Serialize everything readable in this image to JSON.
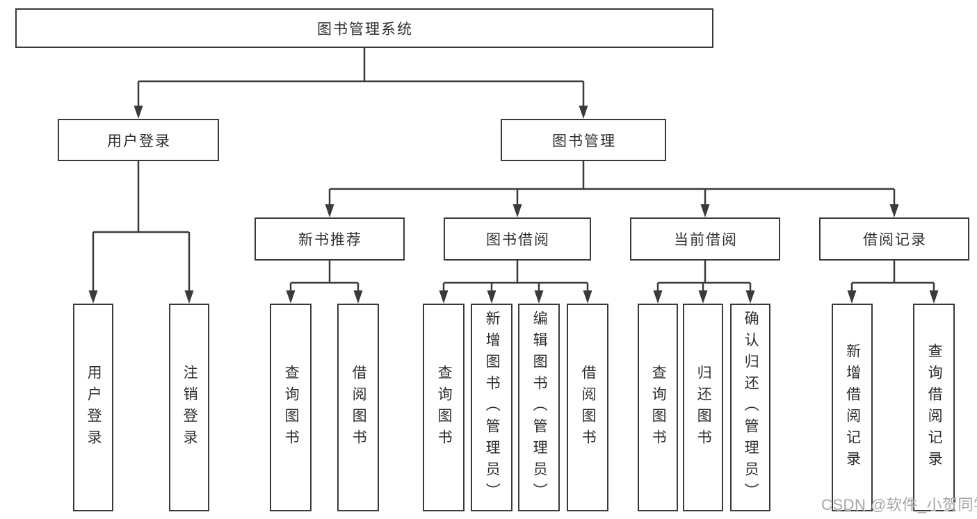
{
  "diagram_title": "图书管理系统",
  "tree": {
    "label": "图书管理系统",
    "children": [
      {
        "label": "用户登录",
        "children": [
          {
            "label": "用户登录"
          },
          {
            "label": "注销登录"
          }
        ]
      },
      {
        "label": "图书管理",
        "children": [
          {
            "label": "新书推荐",
            "children": [
              {
                "label": "查询图书"
              },
              {
                "label": "借阅图书"
              }
            ]
          },
          {
            "label": "图书借阅",
            "children": [
              {
                "label": "查询图书"
              },
              {
                "label": "新增图书（管理员）"
              },
              {
                "label": "编辑图书（管理员）"
              },
              {
                "label": "借阅图书"
              }
            ]
          },
          {
            "label": "当前借阅",
            "children": [
              {
                "label": "查询图书"
              },
              {
                "label": "归还图书"
              },
              {
                "label": "确认归还（管理员）"
              }
            ]
          },
          {
            "label": "借阅记录",
            "children": [
              {
                "label": "新增借阅记录"
              },
              {
                "label": "查询借阅记录"
              }
            ]
          }
        ]
      }
    ]
  },
  "watermark": {
    "text": "CSDN @软件_小贺同学"
  },
  "colors": {
    "line": "#3a3a3a",
    "box_border": "#3a3a3a",
    "text": "#2d2d2d",
    "background": "#ffffff",
    "watermark": "#a5a5a5"
  }
}
